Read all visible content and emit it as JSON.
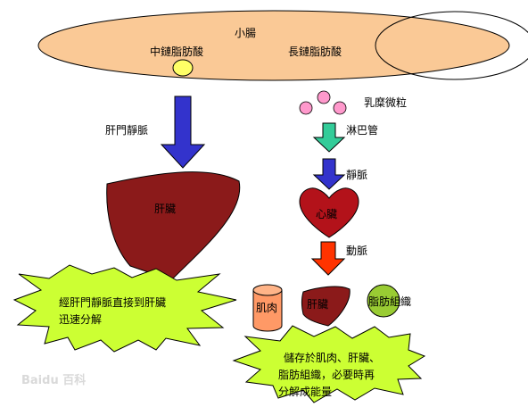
{
  "labels": {
    "small_intestine": "小腸",
    "mcfa": "中鏈脂肪酸",
    "lcfa": "長鏈脂肪酸",
    "portal_vein": "肝門靜脈",
    "liver": "肝臟",
    "chylomicron": "乳糜微粒",
    "lymph": "淋巴管",
    "vein": "靜脈",
    "heart": "心臟",
    "artery": "動脈",
    "muscle": "肌肉",
    "liver2": "肝臟",
    "adipose": "脂肪組織"
  },
  "bursts": {
    "left": {
      "line1": "經肝門靜脈直接到肝臟",
      "line2": "迅速分解"
    },
    "right": {
      "line1": "儲存於肌肉、肝臟、",
      "line2": "脂肪組織，必要時再",
      "line3": "分解成能量"
    }
  },
  "watermark": "Baidu 百科",
  "colors": {
    "intestine": "#fac996",
    "mcfa_dot": "#ffff66",
    "chylo_dot": "#ff99cc",
    "blue_arrow": "#3333cc",
    "green_arrow": "#33cc99",
    "red_arrow": "#ff3300",
    "liver": "#8b1a1a",
    "heart": "#b3121a",
    "muscle": "#ff9966",
    "adipose": "#99cc33",
    "burst": "#ccff33"
  }
}
